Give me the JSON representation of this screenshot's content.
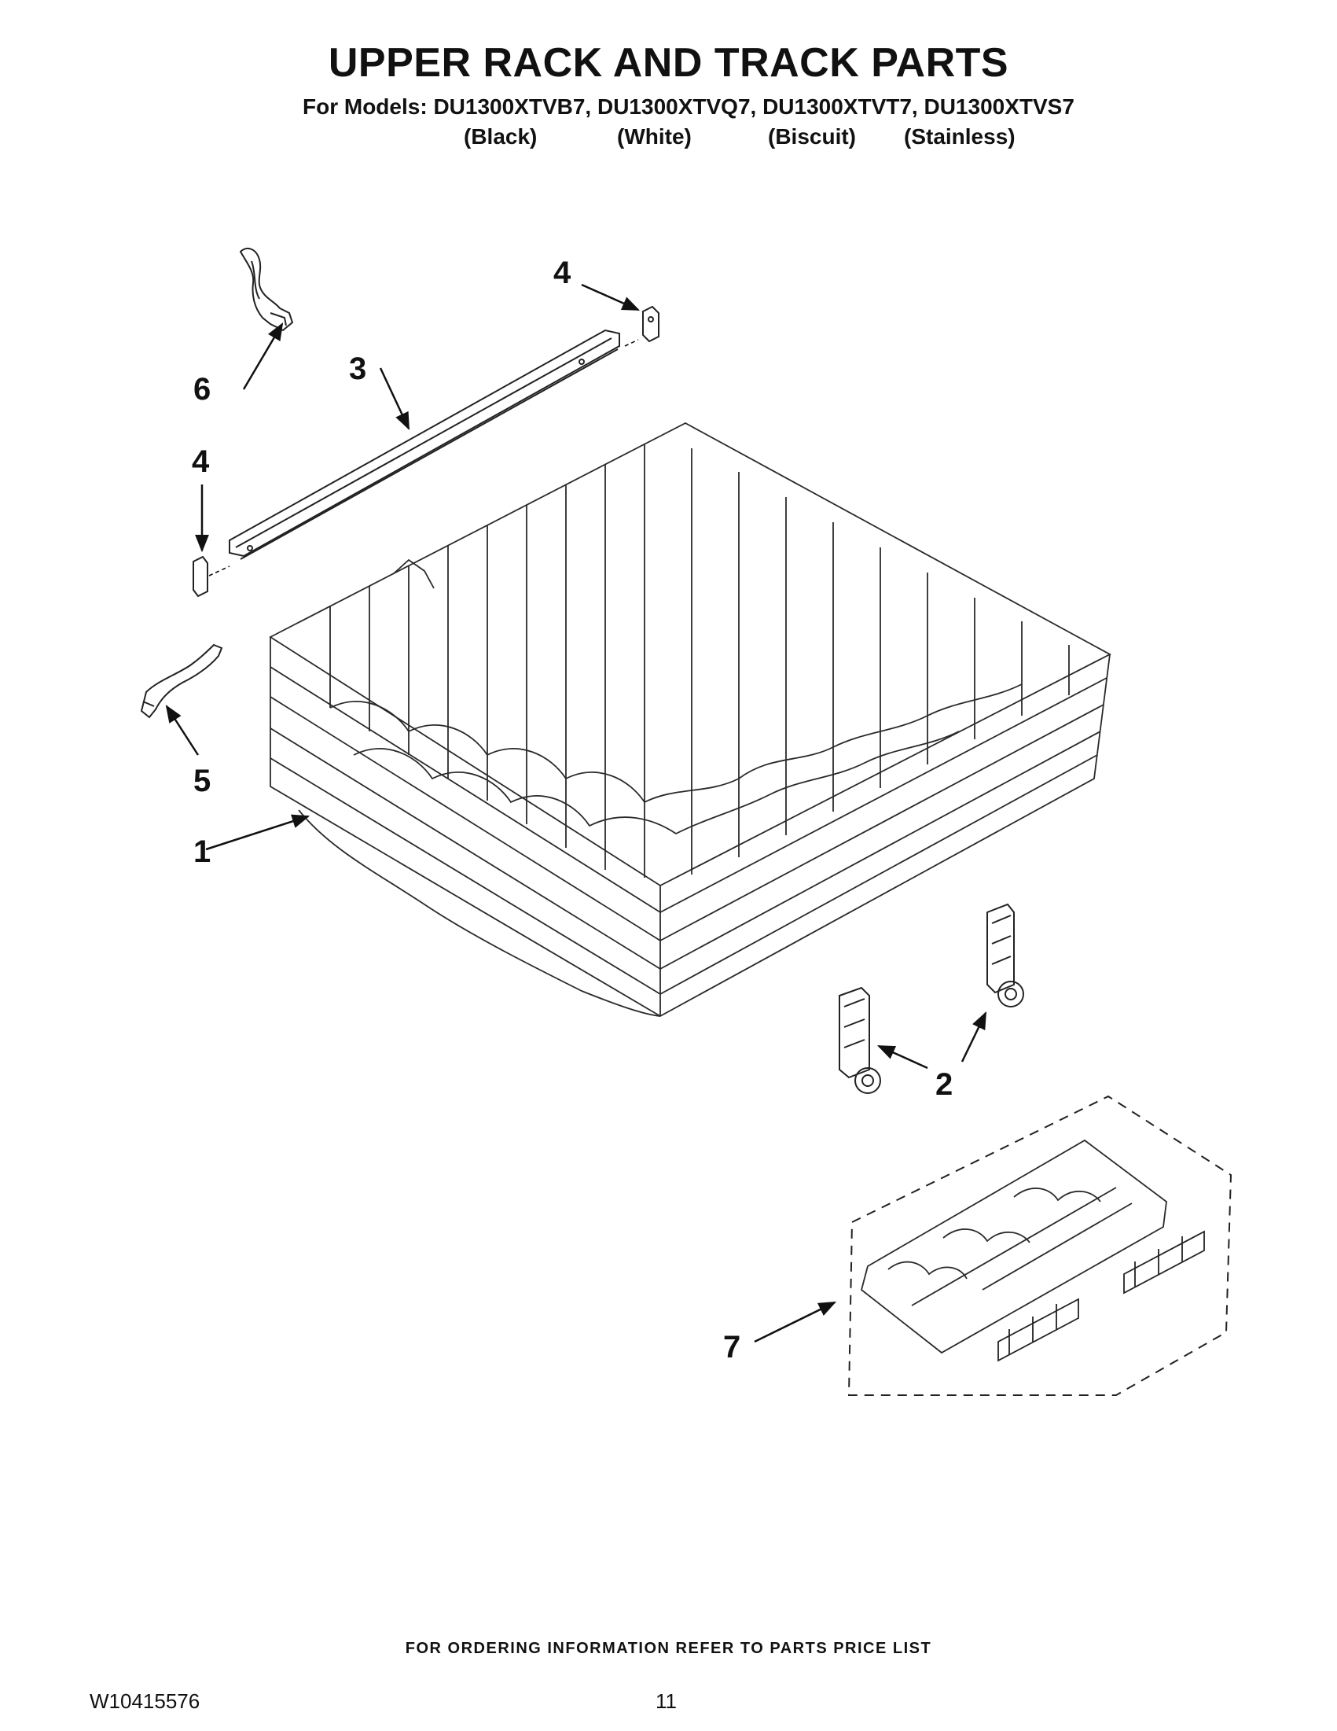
{
  "header": {
    "title": "UPPER RACK AND TRACK PARTS",
    "models_line": "For Models: DU1300XTVB7, DU1300XTVQ7, DU1300XTVT7, DU1300XTVS7",
    "colors": [
      "(Black)",
      "(White)",
      "(Biscuit)",
      "(Stainless)"
    ]
  },
  "callouts": {
    "c1": "1",
    "c2": "2",
    "c3": "3",
    "c4_top": "4",
    "c4_left": "4",
    "c5": "5",
    "c6": "6",
    "c7": "7"
  },
  "footer": {
    "ordering_note": "FOR ORDERING INFORMATION REFER TO PARTS PRICE LIST",
    "doc_number": "W10415576",
    "page_number": "11"
  }
}
